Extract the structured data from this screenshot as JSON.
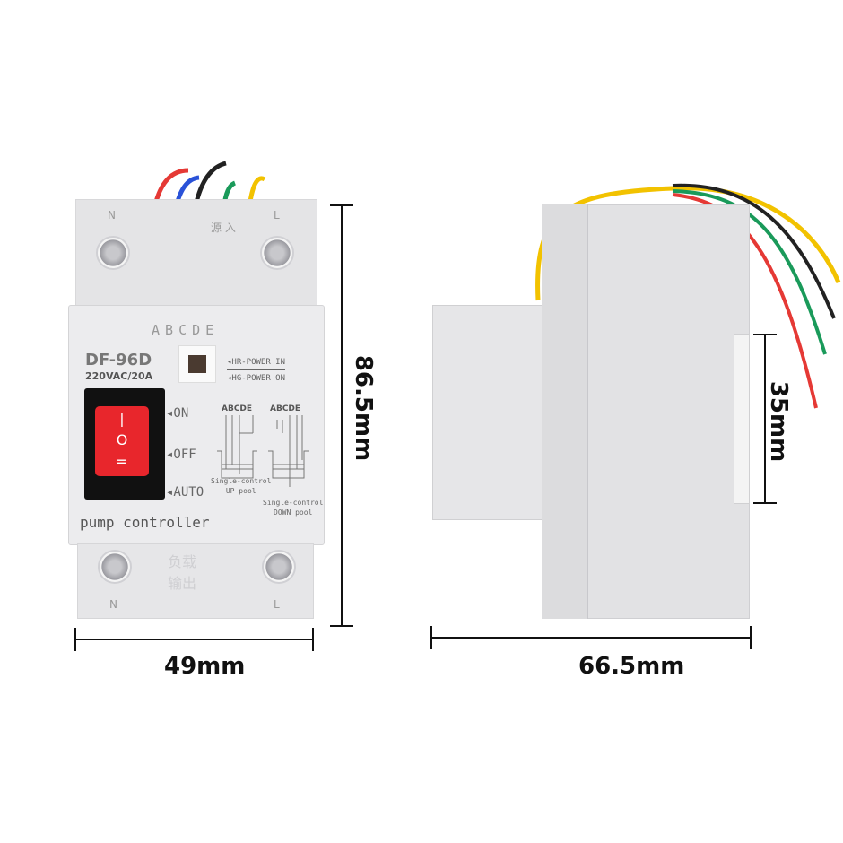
{
  "device": {
    "model": "DF-96D",
    "rating": "220VAC/20A",
    "terminals_top": [
      "N",
      "L"
    ],
    "terminals_bottom": [
      "N",
      "L"
    ],
    "top_chinese": "源 入",
    "bottom_chinese": "负载\n输出",
    "probe_labels": [
      "A",
      "B",
      "C",
      "D",
      "E"
    ],
    "indicator_labels": [
      "◂HR-POWER IN",
      "◂HG-POWER ON"
    ],
    "switch_positions": [
      "◂ON",
      "◂OFF",
      "◂AUTO"
    ],
    "diagram_headers": [
      "ABCDE",
      "ABCDE"
    ],
    "diagram_up": "Single-control\nUP pool",
    "diagram_down": "Single-control\nDOWN pool",
    "product_name": "pump controller",
    "switch_color": "#e8262c",
    "wire_colors": [
      "#e53935",
      "#2a52d8",
      "#222222",
      "#1a9a5a",
      "#f2c200"
    ]
  },
  "dimensions": {
    "width": "49mm",
    "height": "86.5mm",
    "depth": "66.5mm",
    "rail": "35mm"
  }
}
